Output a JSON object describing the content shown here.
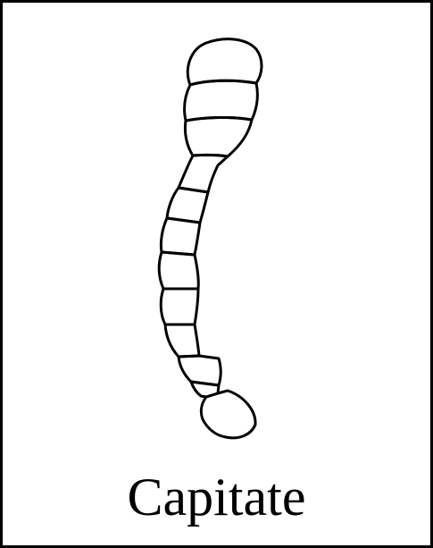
{
  "caption": "Capitate",
  "colors": {
    "stroke": "#000000",
    "background": "#ffffff"
  },
  "illustration": {
    "icon": "capitate-antenna-icon",
    "segments": [
      "club-segment-tip",
      "club-segment-2",
      "club-segment-3",
      "shaft-segment-1",
      "shaft-segment-2",
      "shaft-segment-3",
      "shaft-segment-4",
      "shaft-segment-5",
      "shaft-segment-6",
      "shaft-segment-7",
      "shaft-segment-8",
      "base-segment"
    ]
  }
}
